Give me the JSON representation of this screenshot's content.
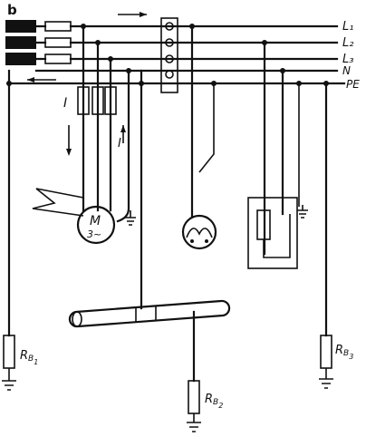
{
  "labels": {
    "source": "b",
    "l1": "L₁",
    "l2": "L₂",
    "l3": "L₃",
    "n": "N",
    "pe": "PE",
    "current_left": "I",
    "current_right": "I",
    "motor_letter": "M",
    "motor_phase": "3~",
    "rb1_main": "R",
    "rb1_sub": "B",
    "rb1_idx": "1",
    "rb2_main": "R",
    "rb2_sub": "B",
    "rb2_idx": "2",
    "rb3_main": "R",
    "rb3_sub": "B",
    "rb3_idx": "3"
  },
  "icons": {
    "ground": "earth-ground-symbol",
    "terminal": "terminal-block",
    "motor": "three-phase-motor",
    "lamp": "lamp-fixture",
    "resistor": "earthing-resistor",
    "pipe": "water-pipe"
  }
}
